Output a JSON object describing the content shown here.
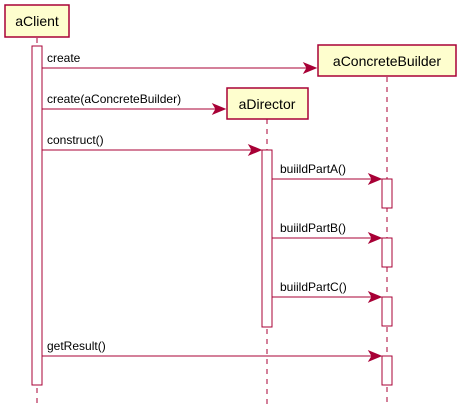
{
  "participants": {
    "client": "aClient",
    "builder": "aConcreteBuilder",
    "director": "aDirector"
  },
  "messages": {
    "create": "create",
    "create_with_builder": "create(aConcreteBuilder)",
    "construct": "construct()",
    "build_part_a": "buiildPartA()",
    "build_part_b": "buiildPartB()",
    "build_part_c": "buiildPartC()",
    "get_result": "getResult()"
  },
  "colors": {
    "stroke": "#a80036",
    "participant_fill": "#fefece"
  }
}
